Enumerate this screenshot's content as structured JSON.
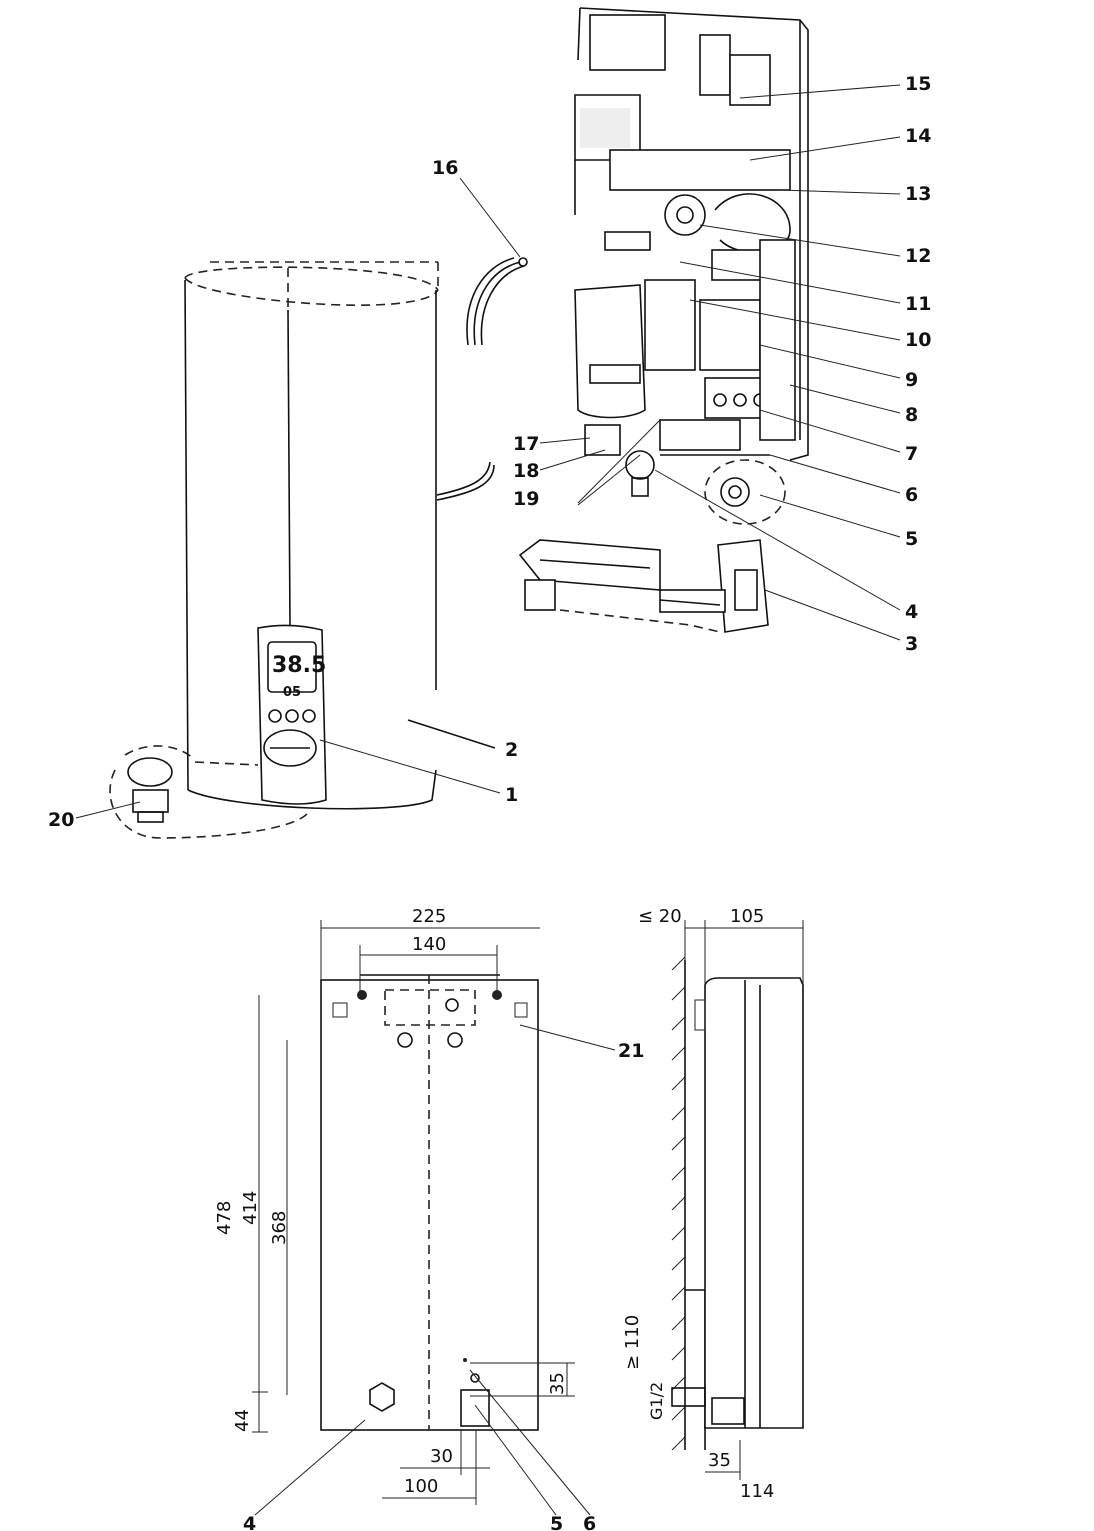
{
  "callouts": {
    "c1": "1",
    "c2": "2",
    "c3": "3",
    "c4": "4",
    "c5": "5",
    "c6": "6",
    "c7": "7",
    "c8": "8",
    "c9": "9",
    "c10": "10",
    "c11": "11",
    "c12": "12",
    "c13": "13",
    "c14": "14",
    "c15": "15",
    "c16": "16",
    "c17": "17",
    "c18": "18",
    "c19": "19",
    "c20": "20",
    "c21": "21"
  },
  "bottom_callouts": {
    "b4": "4",
    "b5": "5",
    "b6": "6"
  },
  "display": {
    "temp": "38.5",
    "flow": "05"
  },
  "dimensions": {
    "width_225": "225",
    "width_140": "140",
    "height_478": "478",
    "height_414": "414",
    "height_368": "368",
    "height_44": "44",
    "offset_35": "35",
    "offset_30": "30",
    "offset_100": "100",
    "wall_gap": "≤ 20",
    "depth_105": "105",
    "min_110": "≥ 110",
    "thread": "G1/2",
    "side_35": "35",
    "side_114": "114"
  },
  "colors": {
    "line": "#111111",
    "background": "#ffffff"
  }
}
